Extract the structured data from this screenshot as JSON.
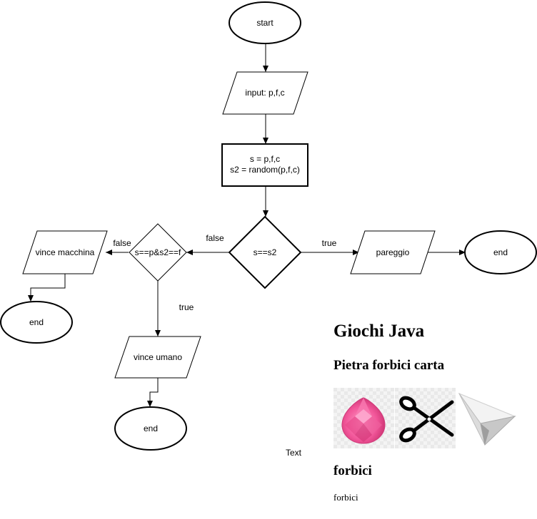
{
  "flowchart": {
    "start": "start",
    "input": "input: p,f,c",
    "process_line1": "s = p,f,c",
    "process_line2": "s2 = random(p,f,c)",
    "decision_main": "s==s2",
    "true_label_right": "true",
    "false_label_left": "false",
    "pareggio": "pareggio",
    "end_right": "end",
    "decision_second": "s==p&s2==f",
    "false_label_second": "false",
    "true_label_down": "true",
    "vince_macchina": "vince macchina",
    "end_left": "end",
    "vince_umano": "vince umano",
    "end_bottom": "end"
  },
  "stray_text": "Text",
  "page": {
    "title": "Giochi Java",
    "subtitle": "Pietra forbici carta",
    "choices": [
      {
        "icon": "gem-icon"
      },
      {
        "icon": "scissors-icon"
      },
      {
        "icon": "paper-plane-icon"
      }
    ],
    "selected_heading": "forbici",
    "selected_text": "forbici"
  }
}
